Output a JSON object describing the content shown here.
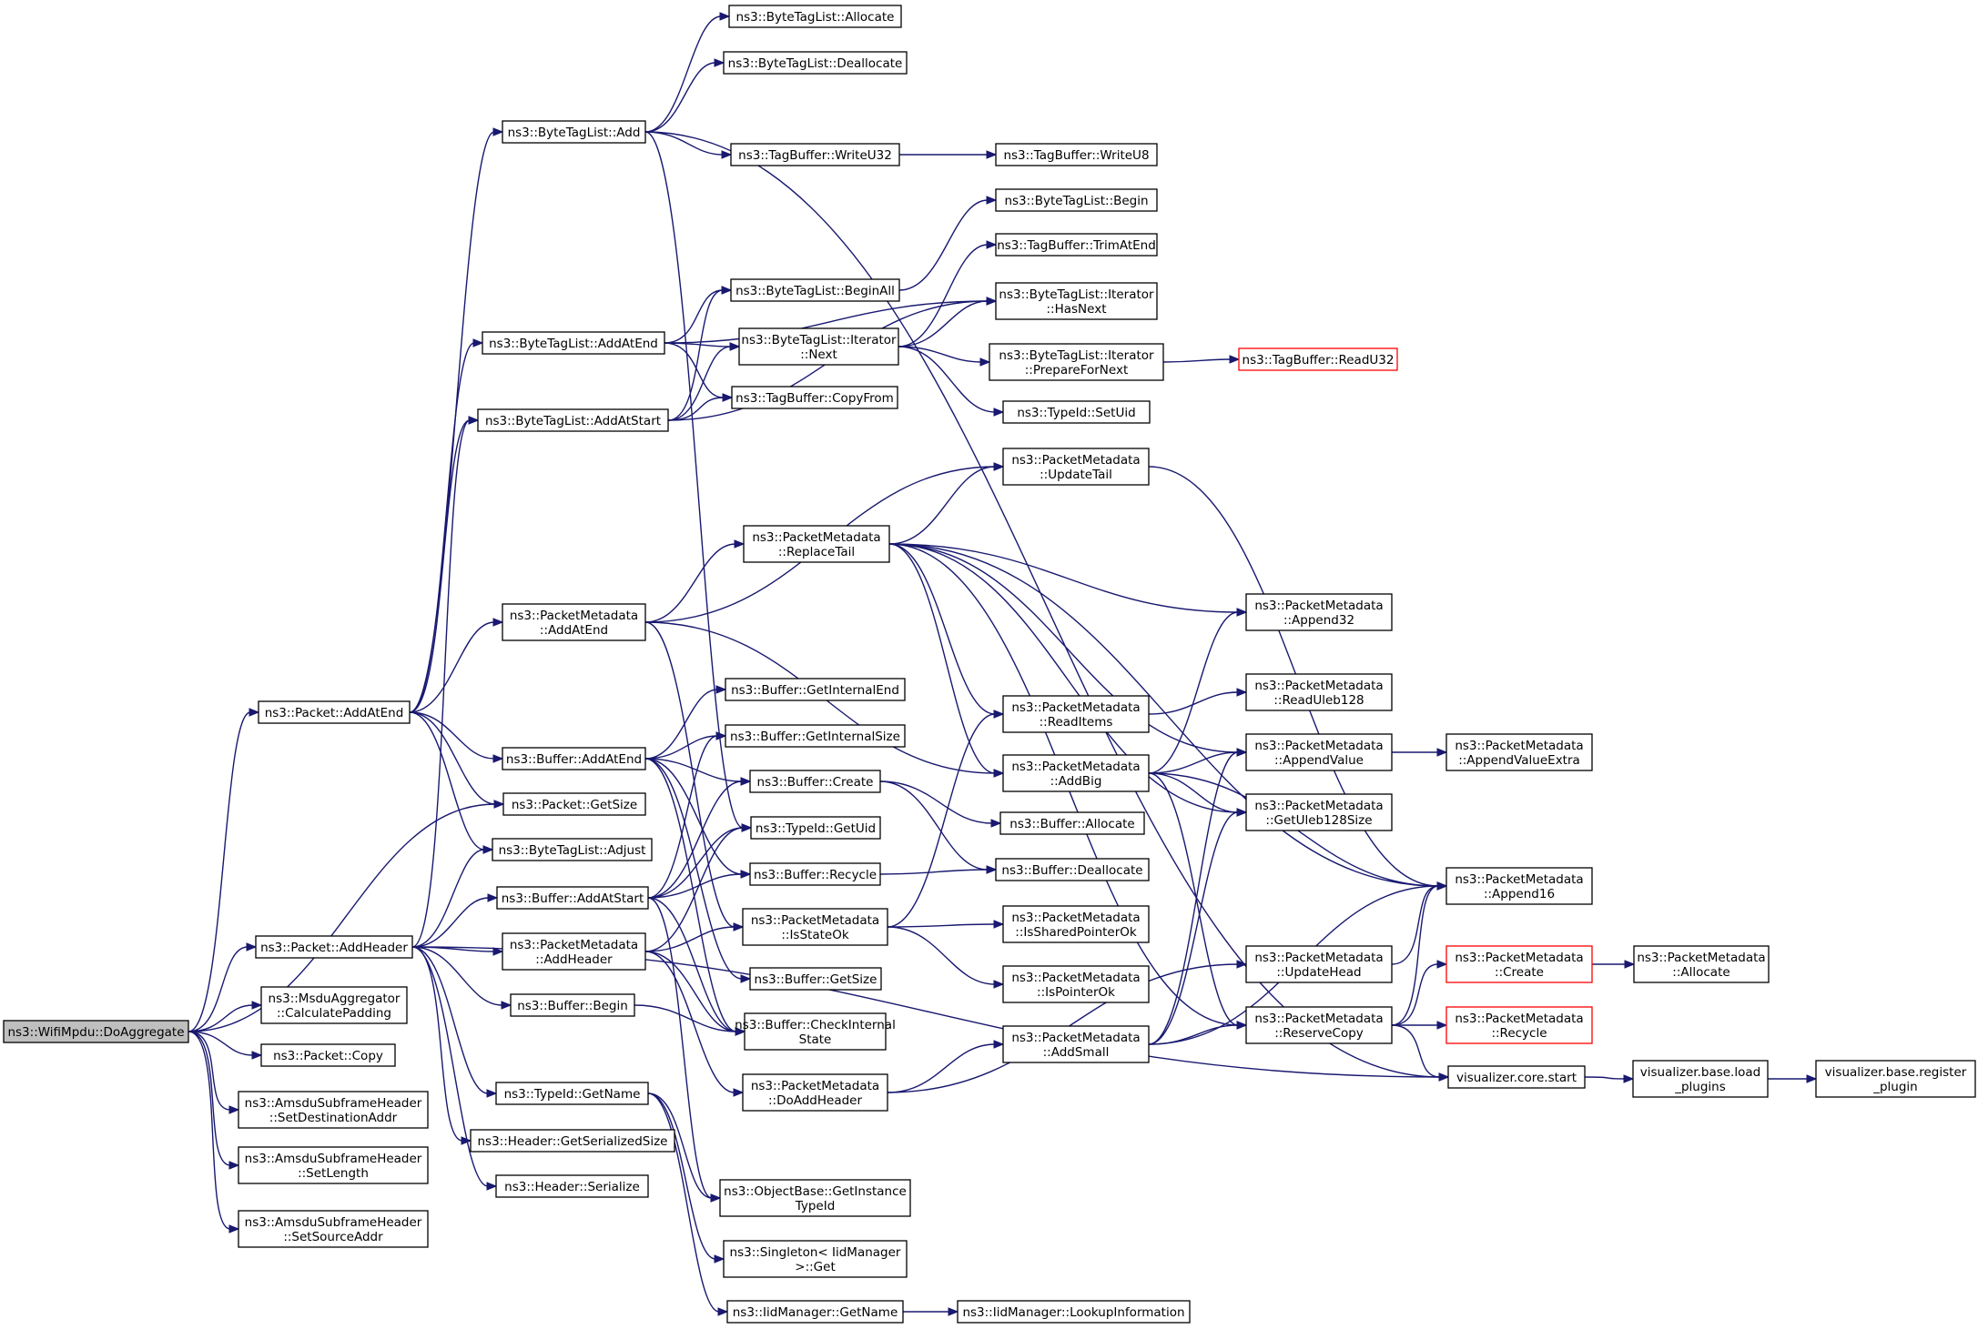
{
  "diagram": {
    "nodes": [
      {
        "id": "n0",
        "lines": [
          "ns3::WifiMpdu::DoAggregate"
        ],
        "root": true
      },
      {
        "id": "n1",
        "lines": [
          "ns3::Packet::AddAtEnd"
        ]
      },
      {
        "id": "n2",
        "lines": [
          "ns3::Packet::GetSize"
        ]
      },
      {
        "id": "n3",
        "lines": [
          "ns3::Packet::AddHeader"
        ]
      },
      {
        "id": "n4",
        "lines": [
          "ns3::MsduAggregator",
          "::CalculatePadding"
        ]
      },
      {
        "id": "n5",
        "lines": [
          "ns3::Packet::Copy"
        ]
      },
      {
        "id": "n6",
        "lines": [
          "ns3::AmsduSubframeHeader",
          "::SetDestinationAddr"
        ]
      },
      {
        "id": "n7",
        "lines": [
          "ns3::AmsduSubframeHeader",
          "::SetLength"
        ]
      },
      {
        "id": "n8",
        "lines": [
          "ns3::AmsduSubframeHeader",
          "::SetSourceAddr"
        ]
      },
      {
        "id": "n9",
        "lines": [
          "ns3::ByteTagList::Add"
        ]
      },
      {
        "id": "n10",
        "lines": [
          "ns3::ByteTagList::AddAtEnd"
        ]
      },
      {
        "id": "n11",
        "lines": [
          "ns3::ByteTagList::AddAtStart"
        ]
      },
      {
        "id": "n12",
        "lines": [
          "ns3::PacketMetadata",
          "::AddAtEnd"
        ]
      },
      {
        "id": "n13",
        "lines": [
          "ns3::Buffer::AddAtEnd"
        ]
      },
      {
        "id": "n14",
        "lines": [
          "ns3::ByteTagList::Adjust"
        ]
      },
      {
        "id": "n15",
        "lines": [
          "ns3::Buffer::AddAtStart"
        ]
      },
      {
        "id": "n16",
        "lines": [
          "ns3::PacketMetadata",
          "::AddHeader"
        ]
      },
      {
        "id": "n17",
        "lines": [
          "ns3::Buffer::Begin"
        ]
      },
      {
        "id": "n18",
        "lines": [
          "ns3::TypeId::GetName"
        ]
      },
      {
        "id": "n19",
        "lines": [
          "ns3::Header::GetSerializedSize"
        ]
      },
      {
        "id": "n20",
        "lines": [
          "ns3::Header::Serialize"
        ]
      },
      {
        "id": "n21",
        "lines": [
          "ns3::ByteTagList::Allocate"
        ]
      },
      {
        "id": "n22",
        "lines": [
          "ns3::ByteTagList::Deallocate"
        ]
      },
      {
        "id": "n23",
        "lines": [
          "ns3::TagBuffer::WriteU32"
        ]
      },
      {
        "id": "n24",
        "lines": [
          "ns3::ByteTagList::BeginAll"
        ]
      },
      {
        "id": "n25",
        "lines": [
          "ns3::ByteTagList::Iterator",
          "::Next"
        ]
      },
      {
        "id": "n26",
        "lines": [
          "ns3::TagBuffer::CopyFrom"
        ]
      },
      {
        "id": "n27",
        "lines": [
          "ns3::PacketMetadata",
          "::ReplaceTail"
        ]
      },
      {
        "id": "n28",
        "lines": [
          "ns3::Buffer::GetInternalEnd"
        ]
      },
      {
        "id": "n29",
        "lines": [
          "ns3::Buffer::GetInternalSize"
        ]
      },
      {
        "id": "n30",
        "lines": [
          "ns3::Buffer::Create"
        ]
      },
      {
        "id": "n31",
        "lines": [
          "ns3::TypeId::GetUid"
        ]
      },
      {
        "id": "n32",
        "lines": [
          "ns3::Buffer::Recycle"
        ]
      },
      {
        "id": "n33",
        "lines": [
          "ns3::PacketMetadata",
          "::IsStateOk"
        ]
      },
      {
        "id": "n34",
        "lines": [
          "ns3::Buffer::GetSize"
        ]
      },
      {
        "id": "n35",
        "lines": [
          "ns3::Buffer::CheckInternal",
          "State"
        ]
      },
      {
        "id": "n36",
        "lines": [
          "ns3::PacketMetadata",
          "::DoAddHeader"
        ]
      },
      {
        "id": "n37",
        "lines": [
          "ns3::ObjectBase::GetInstance",
          "TypeId"
        ]
      },
      {
        "id": "n38",
        "lines": [
          "ns3::Singleton< IidManager",
          ">::Get"
        ]
      },
      {
        "id": "n39",
        "lines": [
          "ns3::IidManager::GetName"
        ]
      },
      {
        "id": "n40",
        "lines": [
          "ns3::TagBuffer::WriteU8"
        ]
      },
      {
        "id": "n41",
        "lines": [
          "ns3::ByteTagList::Begin"
        ]
      },
      {
        "id": "n42",
        "lines": [
          "ns3::TagBuffer::TrimAtEnd"
        ]
      },
      {
        "id": "n43",
        "lines": [
          "ns3::ByteTagList::Iterator",
          "::HasNext"
        ]
      },
      {
        "id": "n44",
        "lines": [
          "ns3::ByteTagList::Iterator",
          "::PrepareForNext"
        ]
      },
      {
        "id": "n45",
        "lines": [
          "ns3::TypeId::SetUid"
        ]
      },
      {
        "id": "n46",
        "lines": [
          "ns3::PacketMetadata",
          "::UpdateTail"
        ]
      },
      {
        "id": "n47",
        "lines": [
          "ns3::PacketMetadata",
          "::ReadItems"
        ]
      },
      {
        "id": "n48",
        "lines": [
          "ns3::PacketMetadata",
          "::AddBig"
        ]
      },
      {
        "id": "n49",
        "lines": [
          "ns3::Buffer::Allocate"
        ]
      },
      {
        "id": "n50",
        "lines": [
          "ns3::Buffer::Deallocate"
        ]
      },
      {
        "id": "n51",
        "lines": [
          "ns3::PacketMetadata",
          "::IsSharedPointerOk"
        ]
      },
      {
        "id": "n52",
        "lines": [
          "ns3::PacketMetadata",
          "::IsPointerOk"
        ]
      },
      {
        "id": "n53",
        "lines": [
          "ns3::PacketMetadata",
          "::AddSmall"
        ]
      },
      {
        "id": "n54",
        "lines": [
          "ns3::IidManager::LookupInformation"
        ]
      },
      {
        "id": "n55",
        "lines": [
          "ns3::TagBuffer::ReadU32"
        ],
        "red": true
      },
      {
        "id": "n56",
        "lines": [
          "ns3::PacketMetadata",
          "::Append32"
        ]
      },
      {
        "id": "n57",
        "lines": [
          "ns3::PacketMetadata",
          "::ReadUleb128"
        ]
      },
      {
        "id": "n58",
        "lines": [
          "ns3::PacketMetadata",
          "::AppendValue"
        ]
      },
      {
        "id": "n59",
        "lines": [
          "ns3::PacketMetadata",
          "::GetUleb128Size"
        ]
      },
      {
        "id": "n60",
        "lines": [
          "ns3::PacketMetadata",
          "::UpdateHead"
        ]
      },
      {
        "id": "n61",
        "lines": [
          "ns3::PacketMetadata",
          "::ReserveCopy"
        ]
      },
      {
        "id": "n62",
        "lines": [
          "visualizer.core.start"
        ]
      },
      {
        "id": "n63",
        "lines": [
          "ns3::PacketMetadata",
          "::AppendValueExtra"
        ]
      },
      {
        "id": "n64",
        "lines": [
          "ns3::PacketMetadata",
          "::Append16"
        ]
      },
      {
        "id": "n65",
        "lines": [
          "ns3::PacketMetadata",
          "::Create"
        ],
        "red": true
      },
      {
        "id": "n66",
        "lines": [
          "ns3::PacketMetadata",
          "::Recycle"
        ],
        "red": true
      },
      {
        "id": "n67",
        "lines": [
          "visualizer.base.load",
          "_plugins"
        ]
      },
      {
        "id": "n68",
        "lines": [
          "ns3::PacketMetadata",
          "::Allocate"
        ]
      },
      {
        "id": "n69",
        "lines": [
          "visualizer.base.register",
          "_plugin"
        ]
      }
    ],
    "edges": [
      [
        "n0",
        "n1"
      ],
      [
        "n0",
        "n2"
      ],
      [
        "n0",
        "n3"
      ],
      [
        "n0",
        "n4"
      ],
      [
        "n0",
        "n5"
      ],
      [
        "n0",
        "n6"
      ],
      [
        "n0",
        "n7"
      ],
      [
        "n0",
        "n8"
      ],
      [
        "n1",
        "n9"
      ],
      [
        "n1",
        "n10"
      ],
      [
        "n1",
        "n11"
      ],
      [
        "n1",
        "n12"
      ],
      [
        "n1",
        "n13"
      ],
      [
        "n1",
        "n2"
      ],
      [
        "n1",
        "n14"
      ],
      [
        "n3",
        "n11"
      ],
      [
        "n3",
        "n14"
      ],
      [
        "n3",
        "n15"
      ],
      [
        "n3",
        "n16"
      ],
      [
        "n3",
        "n17"
      ],
      [
        "n3",
        "n18"
      ],
      [
        "n3",
        "n19"
      ],
      [
        "n3",
        "n20"
      ],
      [
        "n3",
        "n62"
      ],
      [
        "n9",
        "n21"
      ],
      [
        "n9",
        "n22"
      ],
      [
        "n9",
        "n23"
      ],
      [
        "n9",
        "n31"
      ],
      [
        "n9",
        "n62"
      ],
      [
        "n10",
        "n24"
      ],
      [
        "n10",
        "n25"
      ],
      [
        "n10",
        "n26"
      ],
      [
        "n10",
        "n43"
      ],
      [
        "n11",
        "n24"
      ],
      [
        "n11",
        "n25"
      ],
      [
        "n11",
        "n26"
      ],
      [
        "n11",
        "n43"
      ],
      [
        "n12",
        "n27"
      ],
      [
        "n12",
        "n46"
      ],
      [
        "n12",
        "n48"
      ],
      [
        "n12",
        "n33"
      ],
      [
        "n13",
        "n28"
      ],
      [
        "n13",
        "n29"
      ],
      [
        "n13",
        "n30"
      ],
      [
        "n13",
        "n32"
      ],
      [
        "n13",
        "n35"
      ],
      [
        "n13",
        "n34"
      ],
      [
        "n15",
        "n29"
      ],
      [
        "n15",
        "n30"
      ],
      [
        "n15",
        "n31"
      ],
      [
        "n15",
        "n32"
      ],
      [
        "n15",
        "n35"
      ],
      [
        "n15",
        "n37"
      ],
      [
        "n16",
        "n33"
      ],
      [
        "n16",
        "n36"
      ],
      [
        "n16",
        "n31"
      ],
      [
        "n16",
        "n35"
      ],
      [
        "n17",
        "n35"
      ],
      [
        "n18",
        "n37"
      ],
      [
        "n18",
        "n38"
      ],
      [
        "n18",
        "n39"
      ],
      [
        "n23",
        "n40"
      ],
      [
        "n24",
        "n41"
      ],
      [
        "n25",
        "n42"
      ],
      [
        "n25",
        "n43"
      ],
      [
        "n25",
        "n44"
      ],
      [
        "n25",
        "n45"
      ],
      [
        "n27",
        "n46"
      ],
      [
        "n27",
        "n47"
      ],
      [
        "n27",
        "n48"
      ],
      [
        "n27",
        "n56"
      ],
      [
        "n27",
        "n58"
      ],
      [
        "n27",
        "n59"
      ],
      [
        "n27",
        "n64"
      ],
      [
        "n27",
        "n61"
      ],
      [
        "n30",
        "n49"
      ],
      [
        "n30",
        "n50"
      ],
      [
        "n32",
        "n50"
      ],
      [
        "n33",
        "n47"
      ],
      [
        "n33",
        "n51"
      ],
      [
        "n33",
        "n52"
      ],
      [
        "n36",
        "n53"
      ],
      [
        "n36",
        "n60"
      ],
      [
        "n39",
        "n54"
      ],
      [
        "n44",
        "n55"
      ],
      [
        "n46",
        "n64"
      ],
      [
        "n47",
        "n57"
      ],
      [
        "n48",
        "n56"
      ],
      [
        "n48",
        "n58"
      ],
      [
        "n48",
        "n59"
      ],
      [
        "n48",
        "n64"
      ],
      [
        "n48",
        "n61"
      ],
      [
        "n53",
        "n58"
      ],
      [
        "n53",
        "n59"
      ],
      [
        "n53",
        "n64"
      ],
      [
        "n53",
        "n61"
      ],
      [
        "n58",
        "n63"
      ],
      [
        "n60",
        "n64"
      ],
      [
        "n61",
        "n64"
      ],
      [
        "n61",
        "n65"
      ],
      [
        "n61",
        "n66"
      ],
      [
        "n61",
        "n62"
      ],
      [
        "n62",
        "n67"
      ],
      [
        "n65",
        "n68"
      ],
      [
        "n67",
        "n69"
      ]
    ]
  }
}
